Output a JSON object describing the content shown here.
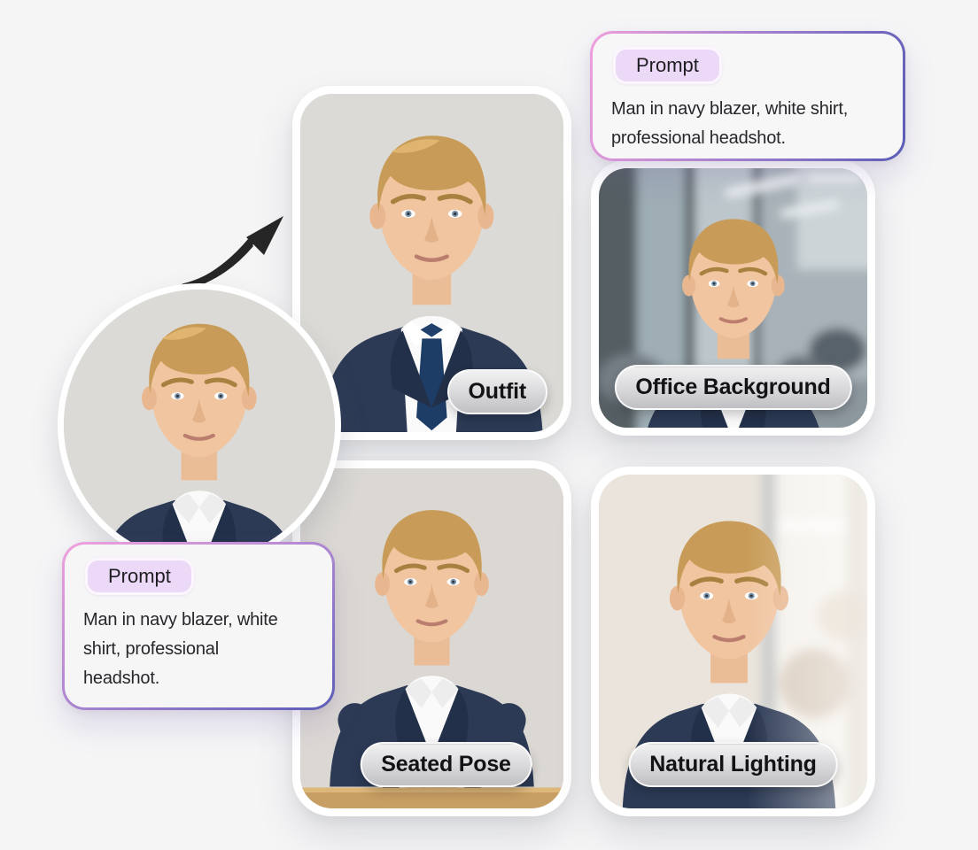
{
  "page": {
    "background_color": "#f5f5f6",
    "accent_gradient_start": "#efa0dc",
    "accent_gradient_end": "#5c5cb6",
    "badge_background": "#ecd9f7",
    "pill_text_color": "#131315"
  },
  "source": {
    "arrow_icon": "curved-arrow-up-right"
  },
  "cards": [
    {
      "id": "outfit",
      "label": "Outfit"
    },
    {
      "id": "office-background",
      "label": "Office Background"
    },
    {
      "id": "seated-pose",
      "label": "Seated Pose"
    },
    {
      "id": "natural-lighting",
      "label": "Natural Lighting"
    }
  ],
  "prompt_boxes": {
    "top_right": {
      "badge": "Prompt",
      "text": "Man in navy blazer, white shirt,\nprofessional headshot."
    },
    "bottom_left": {
      "badge": "Prompt",
      "text": "Man in navy blazer, white\nshirt, professional\nheadshot."
    }
  }
}
